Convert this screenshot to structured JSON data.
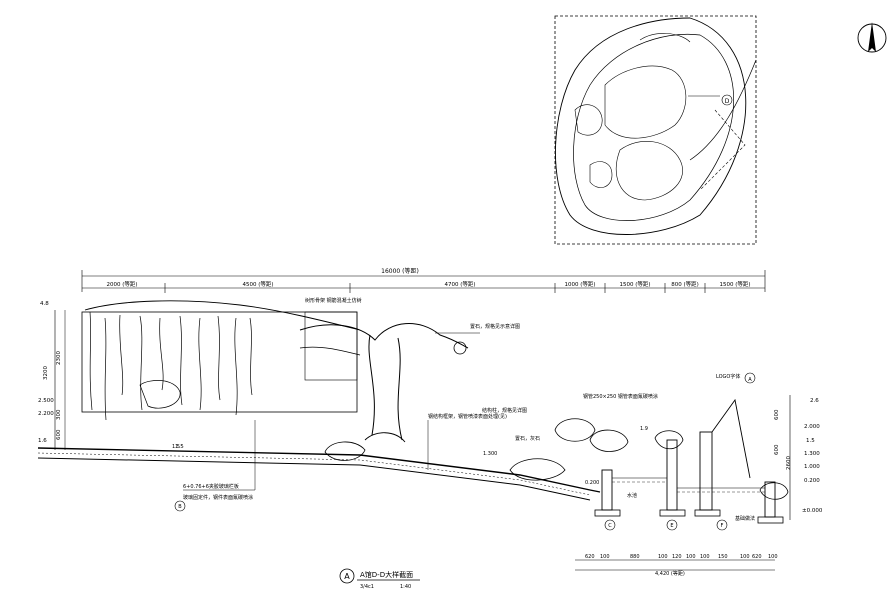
{
  "drawing": {
    "title": "A馆D-D大样截面",
    "title_letter": "A",
    "sheet_ref": "3/4c1",
    "scale": "1:40"
  },
  "dimensions": {
    "overall": "16000 (等距)",
    "segments": [
      "2000 (等距)",
      "4500 (等距)",
      "4700 (等距)",
      "1000 (等距)",
      "1500 (等距)",
      "800 (等距)",
      "1500 (等距)"
    ]
  },
  "elevations_left": [
    "4.8",
    "3200",
    "2300",
    "2.500",
    "2.200",
    "600",
    "300",
    "1.6",
    "1.5"
  ],
  "elevations_right": [
    "2.6",
    "2.000",
    "1.5",
    "1.300",
    "1.000",
    "0.200",
    "±0.000",
    "600",
    "600",
    "2600"
  ],
  "callouts": {
    "tree_note": "树形骨架 钢筋混凝土仿树",
    "rock_note1": "置石，规格见示意详图",
    "rock_note2": "结构柱，规格见详图",
    "rock_note3": "置石，灰石",
    "steel_frame": "钢结构框架，钢管喷漆表面处理(见)",
    "logo": "LOGO字体",
    "pipe_note": "钢管250×250 钢管表面氟碳喷涂",
    "slope1": "1.5",
    "slope2": "1.300",
    "slope3": "1.9",
    "bottom_note1": "6+0.76+6夹胶玻璃栏板",
    "bottom_note2": "玻璃固定件，钢件表面氟碳喷涂",
    "water_note": "水池",
    "base_note": "基础做法",
    "base_level": "0.200"
  },
  "bottom_dims": [
    "620",
    "100",
    "880",
    "100",
    "120",
    "100",
    "100",
    "150",
    "100",
    "620",
    "100"
  ],
  "bottom_total": "4,420 (等距)",
  "markers": [
    "A",
    "B",
    "C",
    "D",
    "E",
    "F"
  ]
}
